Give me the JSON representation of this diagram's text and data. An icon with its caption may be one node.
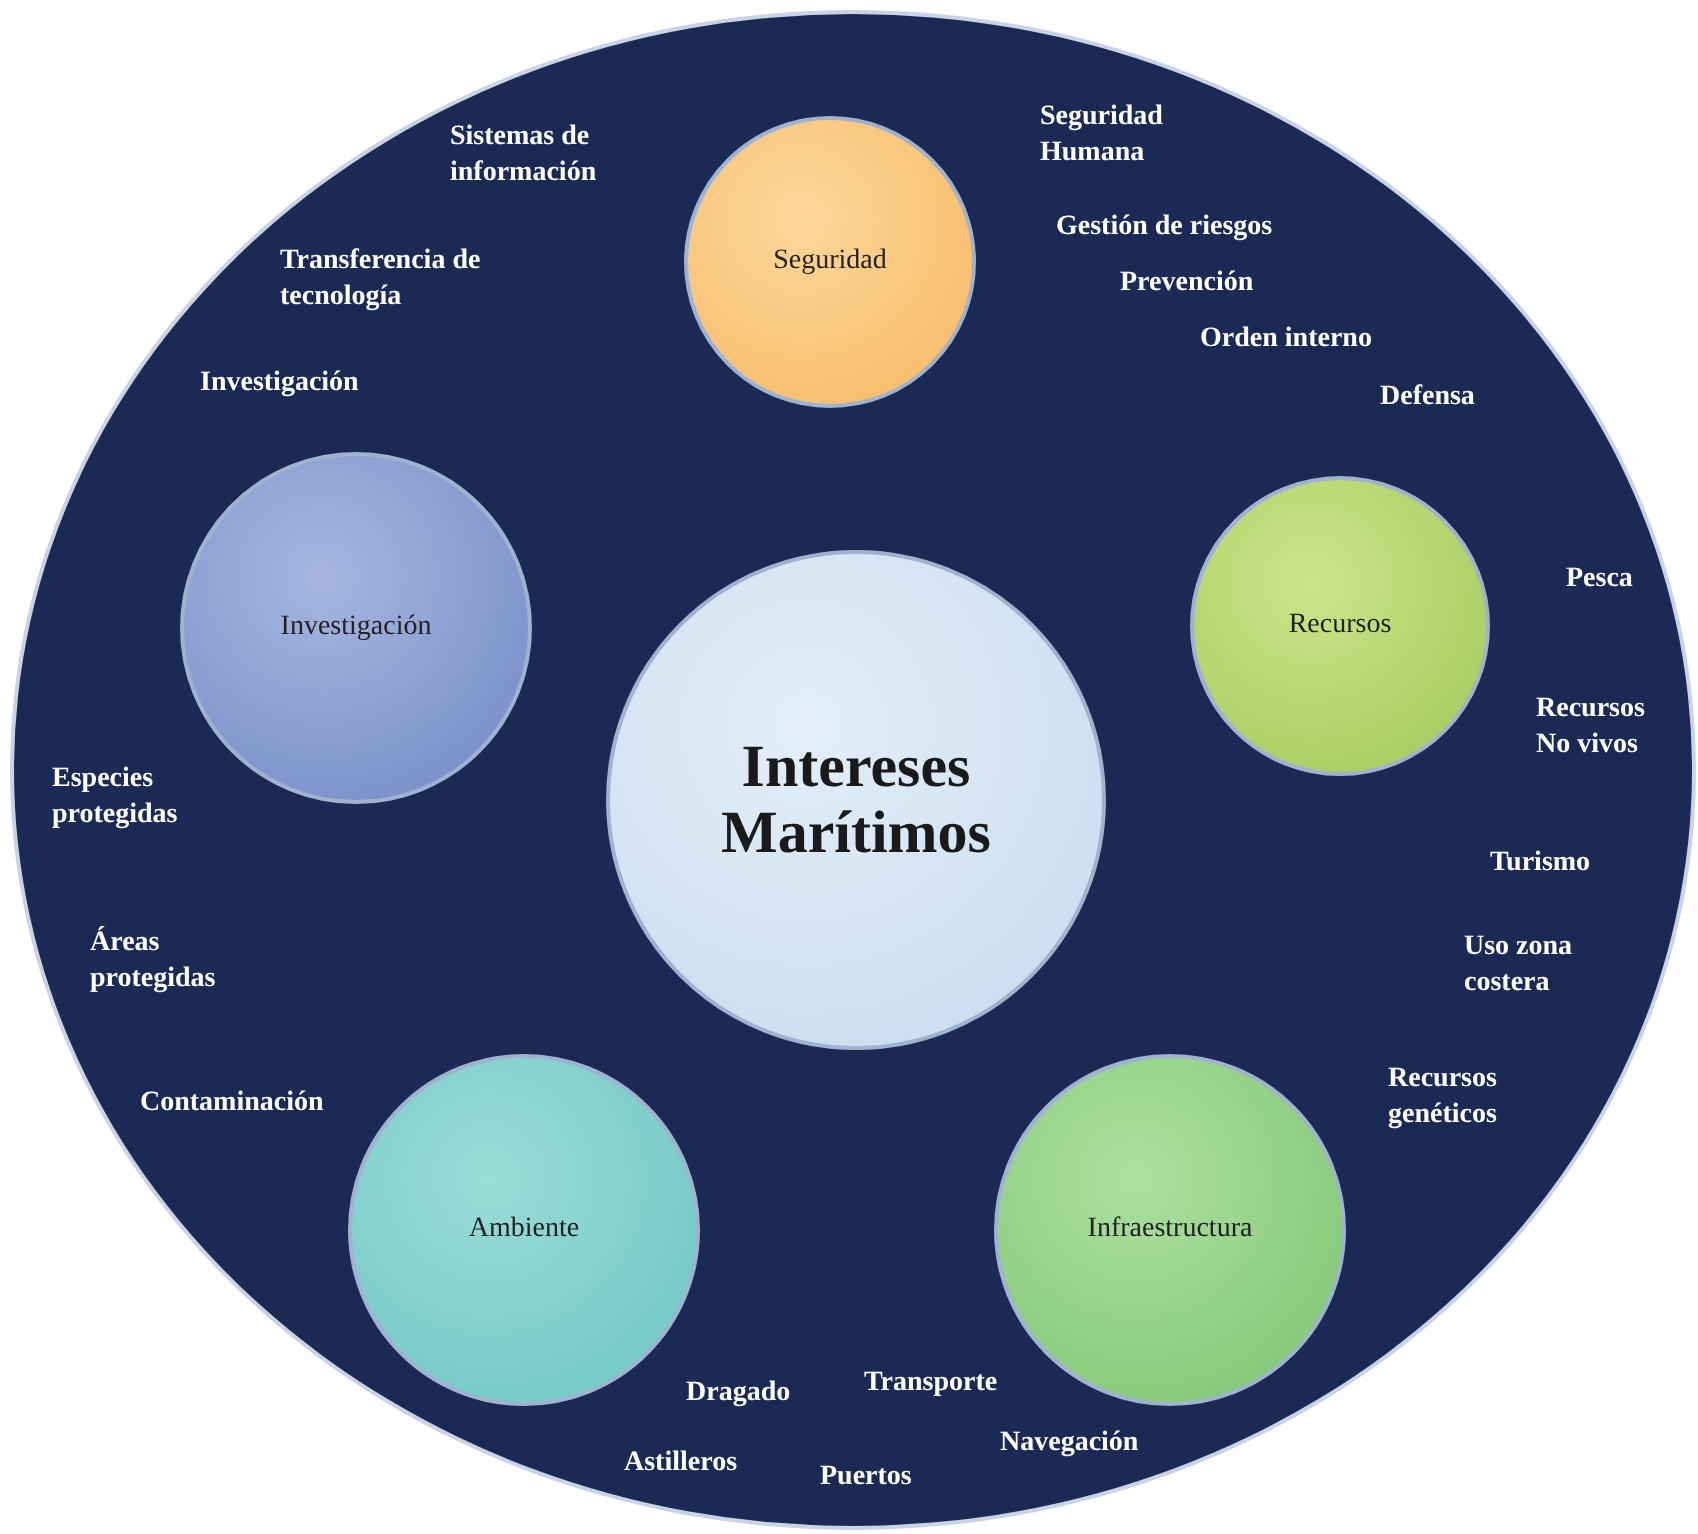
{
  "diagram": {
    "nodes": [
      {
        "text": [],
        "shape": "circle"
      },
      {
        "text": [
          "Seguridad"
        ],
        "in": 0
      },
      {
        "text": [
          "Investigación"
        ],
        "in": 0
      },
      {
        "text": [
          "Recursos"
        ],
        "in": 0
      },
      {
        "text": [
          "Intereses Marítimos"
        ],
        "in": 0
      },
      {
        "text": [
          "Ambiente"
        ],
        "in": 0
      },
      {
        "text": [
          "Infraestructura"
        ],
        "in": 0
      }
    ],
    "edges": [],
    "labels": [
      "Sistemas de información",
      "Seguridad Humana",
      "Transferencia de tecnología",
      "Gestión de riesgos",
      "Prevención",
      "Orden interno",
      "Investigación",
      "Defensa",
      "Pesca",
      "Recursos No vivos",
      "Especies protegidas",
      "Turismo",
      "Áreas protegidas",
      "Uso zona costera",
      "Recursos genéticos",
      "Contaminación",
      "Dragado",
      "Transporte",
      "Navegación",
      "Astilleros",
      "Puertos"
    ]
  }
}
